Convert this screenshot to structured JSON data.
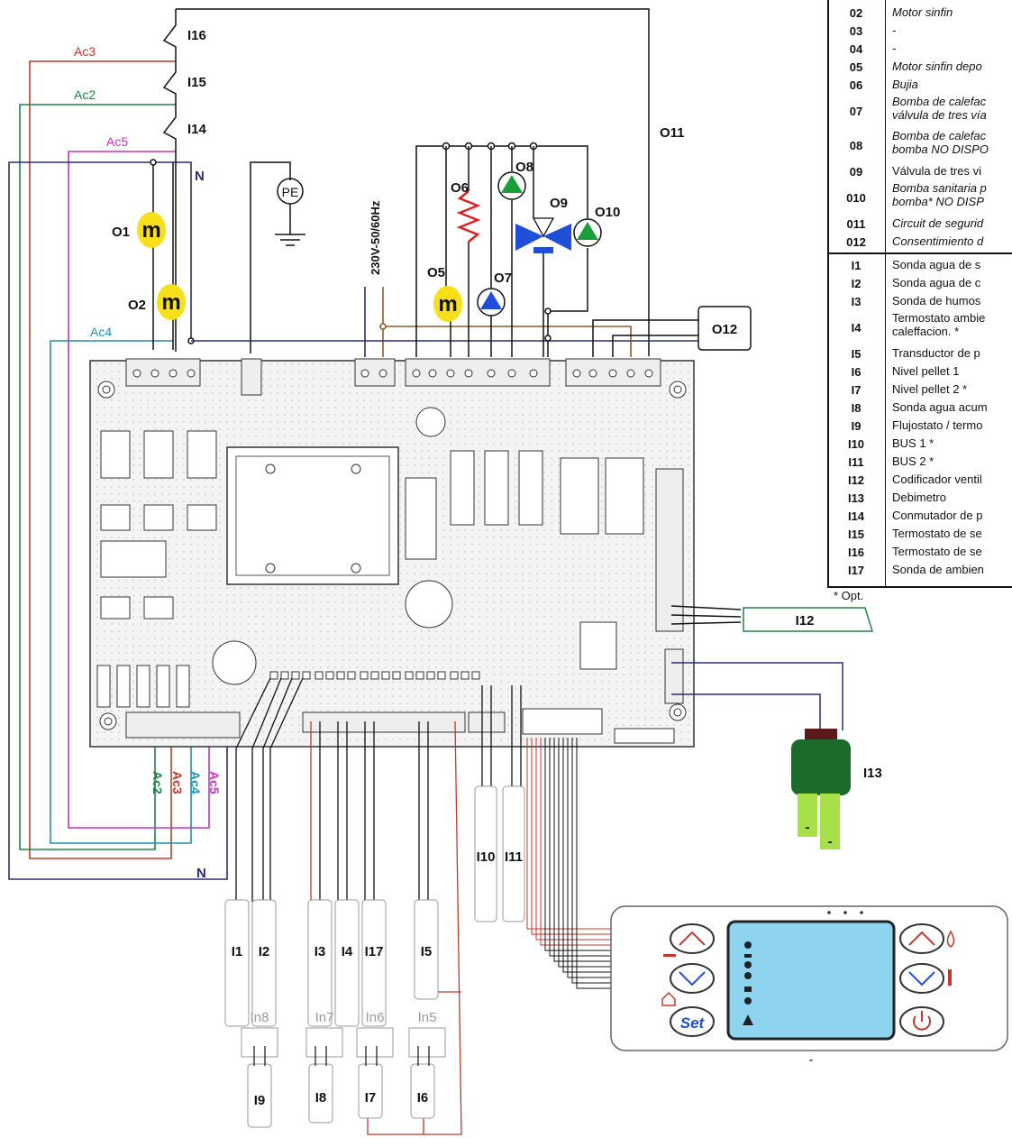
{
  "left_labels": {
    "i16": "I16",
    "i15": "I15",
    "i14": "I14",
    "ac3": "Ac3",
    "ac2": "Ac2",
    "ac5": "Ac5",
    "ac4": "Ac4",
    "n_top": "N",
    "n_bottom": "N",
    "o1": "O1",
    "o2": "O2",
    "pe": "PE",
    "supply": "230V-50/60Hz",
    "o5": "O5",
    "o6": "O6",
    "o7": "O7",
    "o8": "O8",
    "o9": "O9",
    "o10": "O10",
    "o11": "O11",
    "o12": "O12",
    "i12": "I12",
    "i13": "I13",
    "motor_symbol": "m",
    "bottom_ac2": "Ac2",
    "bottom_ac3": "Ac3",
    "bottom_ac4": "Ac4",
    "bottom_ac5": "Ac5"
  },
  "sensors_row": [
    "I1",
    "I2",
    "I3",
    "I4",
    "I17",
    "I5"
  ],
  "bus_probes": [
    "I10",
    "I11"
  ],
  "inputs_row": [
    "In8",
    "In7",
    "In6",
    "In5"
  ],
  "inputs_sensors": [
    "I9",
    "I8",
    "I7",
    "I6"
  ],
  "panel": {
    "set_label": "Set",
    "minus_mark": "-"
  },
  "legend": {
    "outputs": [
      {
        "code": "02",
        "desc": "Motor sinfin",
        "italic": true
      },
      {
        "code": "03",
        "desc": "-",
        "italic": true
      },
      {
        "code": "04",
        "desc": "-",
        "italic": true
      },
      {
        "code": "05",
        "desc": "Motor sinfin depo",
        "italic": true
      },
      {
        "code": "06",
        "desc": "Bujia",
        "italic": true
      },
      {
        "code": "07",
        "desc": "Bomba de calefac",
        "desc2": "válvula de tres vía",
        "italic": true
      },
      {
        "code": "08",
        "desc": "Bomba de calefac",
        "desc2": "bomba  NO DISPO",
        "italic": true
      },
      {
        "code": "09",
        "desc": "Válvula de tres vi",
        "italic": false
      },
      {
        "code": "010",
        "desc": "Bomba sanitaria p",
        "desc2": "bomba*  NO DISP",
        "italic": true
      },
      {
        "code": "011",
        "desc": "Circuit de segurid",
        "italic": true
      },
      {
        "code": "012",
        "desc": "Consentimiento d",
        "italic": true
      }
    ],
    "inputs": [
      {
        "code": "I1",
        "desc": "Sonda agua de s"
      },
      {
        "code": "I2",
        "desc": "Sonda agua de c"
      },
      {
        "code": "I3",
        "desc": "Sonda de humos"
      },
      {
        "code": "I4",
        "desc": "Termostato ambie",
        "desc2": "caleffacion. *"
      },
      {
        "code": "I5",
        "desc": "Transductor de p"
      },
      {
        "code": "I6",
        "desc": "Nivel pellet 1"
      },
      {
        "code": "I7",
        "desc": "Nivel pellet 2 *"
      },
      {
        "code": "I8",
        "desc": "Sonda agua acum"
      },
      {
        "code": "I9",
        "desc": "Flujostato / termo"
      },
      {
        "code": "I10",
        "desc": "BUS 1 *"
      },
      {
        "code": "I11",
        "desc": "BUS 2 *"
      },
      {
        "code": "I12",
        "desc": "Codificador ventil"
      },
      {
        "code": "I13",
        "desc": "Debimetro"
      },
      {
        "code": "I14",
        "desc": "Conmutador de p"
      },
      {
        "code": "I15",
        "desc": "Termostato de se"
      },
      {
        "code": "I16",
        "desc": "Termostato de se"
      },
      {
        "code": "I17",
        "desc": "Sonda de ambien"
      }
    ],
    "footnote": "* Opt."
  },
  "colors": {
    "ac3": "#c0392b",
    "ac2": "#1e8449",
    "ac5": "#c233c2",
    "ac4": "#1f8fb0",
    "neutral": "#2b2b7a",
    "brown": "#8b5a2b",
    "motor": "#f7e01a",
    "pump": "#1a9e3a",
    "pump_blue": "#1f4fd6",
    "valve": "#1f4fd6",
    "heater": "#e02020",
    "probe": "#1d6b2a",
    "probe_tip": "#a8e04a",
    "lcd": "#8fd4ef"
  }
}
